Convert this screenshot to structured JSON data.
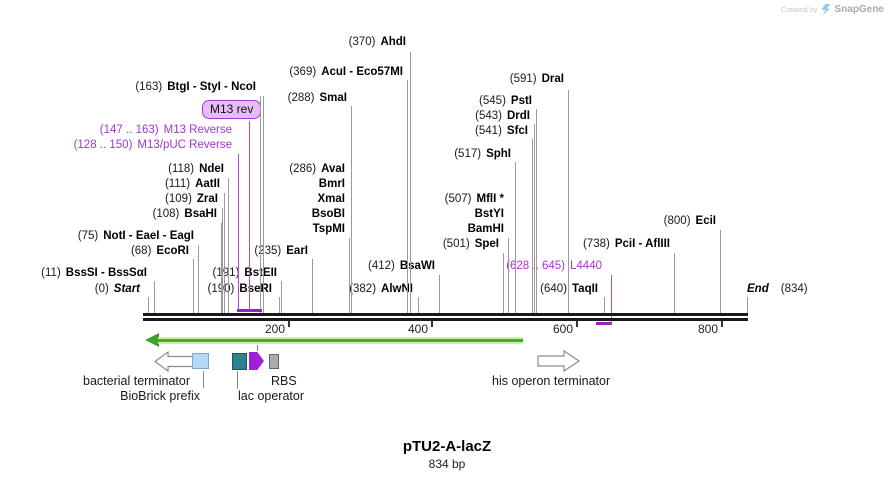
{
  "watermark": {
    "created_by": "Created by",
    "brand": "SnapGene"
  },
  "title": {
    "name": "pTU2-A-lacZ",
    "length": "834 bp"
  },
  "markers": {
    "start_num": "(0)",
    "start_label": "Start",
    "end_label": "End",
    "end_num": "(834)"
  },
  "ruler": {
    "ticks": [
      "200",
      "400",
      "600",
      "800"
    ]
  },
  "primer_badge": "M13 rev",
  "primers": [
    {
      "num": "(147 .. 163)",
      "name": "M13 Reverse"
    },
    {
      "num": "(128 .. 150)",
      "name": "M13/pUC Reverse"
    },
    {
      "num": "(628 .. 645)",
      "name": "L4440"
    }
  ],
  "sites": [
    {
      "num": "(370)",
      "name": "AhdI"
    },
    {
      "num": "(369)",
      "name": "AcuI - Eco57MI"
    },
    {
      "num": "(591)",
      "name": "DraI"
    },
    {
      "num": "(163)",
      "name": "BtgI - StyI - NcoI"
    },
    {
      "num": "(288)",
      "name": "SmaI"
    },
    {
      "num": "(545)",
      "name": "PstI"
    },
    {
      "num": "(543)",
      "name": "DrdI"
    },
    {
      "num": "(541)",
      "name": "SfcI"
    },
    {
      "num": "(517)",
      "name": "SphI"
    },
    {
      "num": "(118)",
      "name": "NdeI"
    },
    {
      "num": "(286)",
      "name": "AvaI"
    },
    {
      "num": "(111)",
      "name": "AatII"
    },
    {
      "num": "",
      "name": "BmrI"
    },
    {
      "num": "(109)",
      "name": "ZraI"
    },
    {
      "num": "",
      "name": "XmaI"
    },
    {
      "num": "(507)",
      "name": "MflI *"
    },
    {
      "num": "(108)",
      "name": "BsaHI"
    },
    {
      "num": "",
      "name": "BsoBI"
    },
    {
      "num": "",
      "name": "BstYI"
    },
    {
      "num": "(800)",
      "name": "EciI"
    },
    {
      "num": "",
      "name": "TspMI"
    },
    {
      "num": "",
      "name": "BamHI"
    },
    {
      "num": "(75)",
      "name": "NotI - EaeI - EagI"
    },
    {
      "num": "(501)",
      "name": "SpeI"
    },
    {
      "num": "(738)",
      "name": "PciI - AflIII"
    },
    {
      "num": "(68)",
      "name": "EcoRI"
    },
    {
      "num": "(235)",
      "name": "EarI"
    },
    {
      "num": "(412)",
      "name": "BsaWI"
    },
    {
      "num": "(11)",
      "name": "BssSI - BssSαI"
    },
    {
      "num": "(191)",
      "name": "BstEII"
    },
    {
      "num": "(190)",
      "name": "BseRI"
    },
    {
      "num": "(382)",
      "name": "AlwNI"
    },
    {
      "num": "(640)",
      "name": "TaqII"
    }
  ],
  "features": {
    "bacterial_terminator": "bacterial terminator",
    "biobrick_prefix": "BioBrick prefix",
    "rbs": "RBS",
    "lac_operator": "lac operator",
    "his_operon_terminator": "his operon terminator"
  },
  "colors": {
    "primer_purple": "#a335d2",
    "badge_fill": "#e7bcf6",
    "green_arrow": "#4aa831",
    "teal_feature": "#2e8191",
    "purple_feature": "#a11fd8",
    "blue_feature": "#b5d8f6",
    "gray_feature": "#a9adb2"
  }
}
